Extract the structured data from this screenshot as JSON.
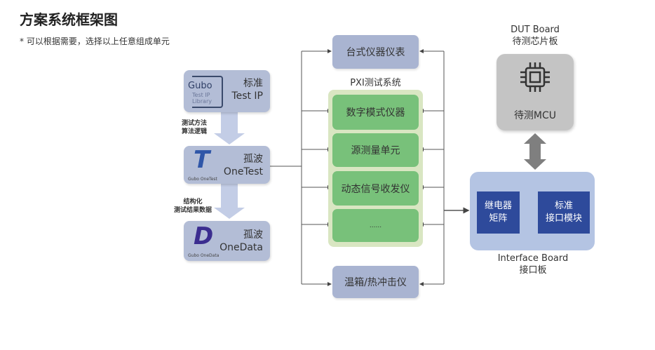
{
  "title": "方案系统框架图",
  "subtitle": "* 可以根据需要，选择以上任意组成单元",
  "left": {
    "test_ip": {
      "logo": "Gubo",
      "logo_sub1": "Test IP",
      "logo_sub2": "Library",
      "line1": "标准",
      "line2": "Test IP"
    },
    "arrow1_label": [
      "测试方法",
      "算法逻辑"
    ],
    "onetest": {
      "logo": "T",
      "logo_sub": "Gubo OneTest",
      "line1": "孤波",
      "line2": "OneTest"
    },
    "arrow2_label": [
      "结构化",
      "测试结果数据"
    ],
    "onedata": {
      "logo": "D",
      "logo_sub": "Gubo OneData",
      "line1": "孤波",
      "line2": "OneData"
    }
  },
  "center": {
    "bench": "台式仪器仪表",
    "pxi_title": "PXI测试系统",
    "pxi_items": [
      "数字模式仪器",
      "源测量单元",
      "动态信号收发仪",
      "......"
    ],
    "thermal": "温箱/热冲击仪"
  },
  "right": {
    "dut_title1": "DUT Board",
    "dut_title2": "待测芯片板",
    "dut_label": "待测MCU",
    "relay": [
      "继电器",
      "矩阵"
    ],
    "iface_module": [
      "标准",
      "接口模块"
    ],
    "if_title1": "Interface Board",
    "if_title2": "接口板"
  }
}
